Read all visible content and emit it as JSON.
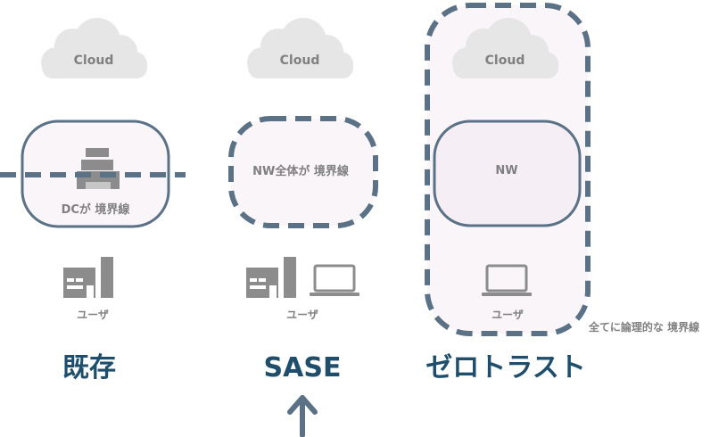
{
  "cloud_label": "Cloud",
  "columns": [
    {
      "title": "既存",
      "boundary_label": "DCが 境界線",
      "user_label": "ユーザ"
    },
    {
      "title": "SASE",
      "boundary_label": "NW全体が 境界線",
      "user_label": "ユーザ"
    },
    {
      "title": "ゼロトラスト",
      "boundary_label": "NW",
      "user_label": "ユーザ"
    }
  ],
  "zero_trust_note": "全てに論理的な 境界線",
  "colors": {
    "frame": "#5a7186",
    "fill": "#f9f5f9",
    "cloud": "#e6e6e6",
    "icon": "#8c8c8c",
    "title": "#1f4e6c"
  },
  "icons": [
    "cloud-icon",
    "datacenter-icon",
    "office-building-icon",
    "laptop-icon",
    "up-arrow-icon"
  ]
}
